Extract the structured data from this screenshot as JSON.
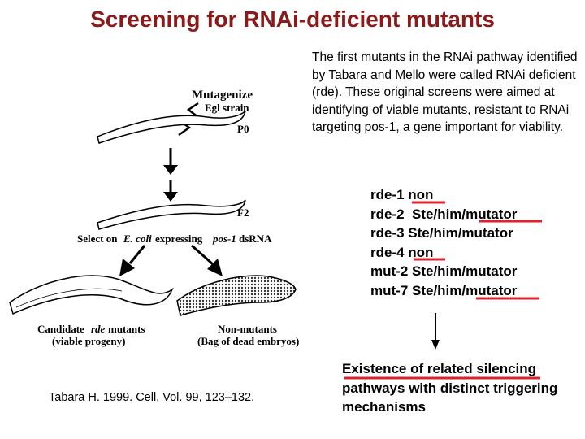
{
  "slide": {
    "title": "Screening for RNAi-deficient mutants",
    "intro": "The first mutants in the RNAi pathway identified by Tabara and Mello were called RNAi deficient (rde). These original screens were aimed at identifying of viable mutants, resistant to RNAi targeting pos-1, a gene important for viability.",
    "mutants": [
      "rde-1 non",
      "rde-2  Ste/him/mutator",
      "rde-3 Ste/him/mutator",
      "rde-4 non",
      "mut-2 Ste/him/mutator",
      "mut-7 Ste/him/mutator"
    ],
    "citation": "Tabara H. 1999. Cell, Vol. 99, 123–132,",
    "conclusion": "Existence of related silencing pathways with distinct triggering mechanisms"
  },
  "figure": {
    "mutagenize": "Mutagenize",
    "egl_strain": "Egl strain",
    "p0": "P0",
    "f2": "F2",
    "select_on": "Select on",
    "e_coli": "E. coli",
    "expressing": "expressing",
    "pos1": "pos-1",
    "dsrna": "dsRNA",
    "candidate": "Candidate",
    "rde": "rde",
    "mutants_word": "mutants",
    "viable_progeny": "(viable progeny)",
    "non_mutants": "Non-mutants",
    "bag_embryos": "(Bag of dead embryos)"
  },
  "colors": {
    "title": "#8b1a1a",
    "underline": "#e0202a"
  }
}
